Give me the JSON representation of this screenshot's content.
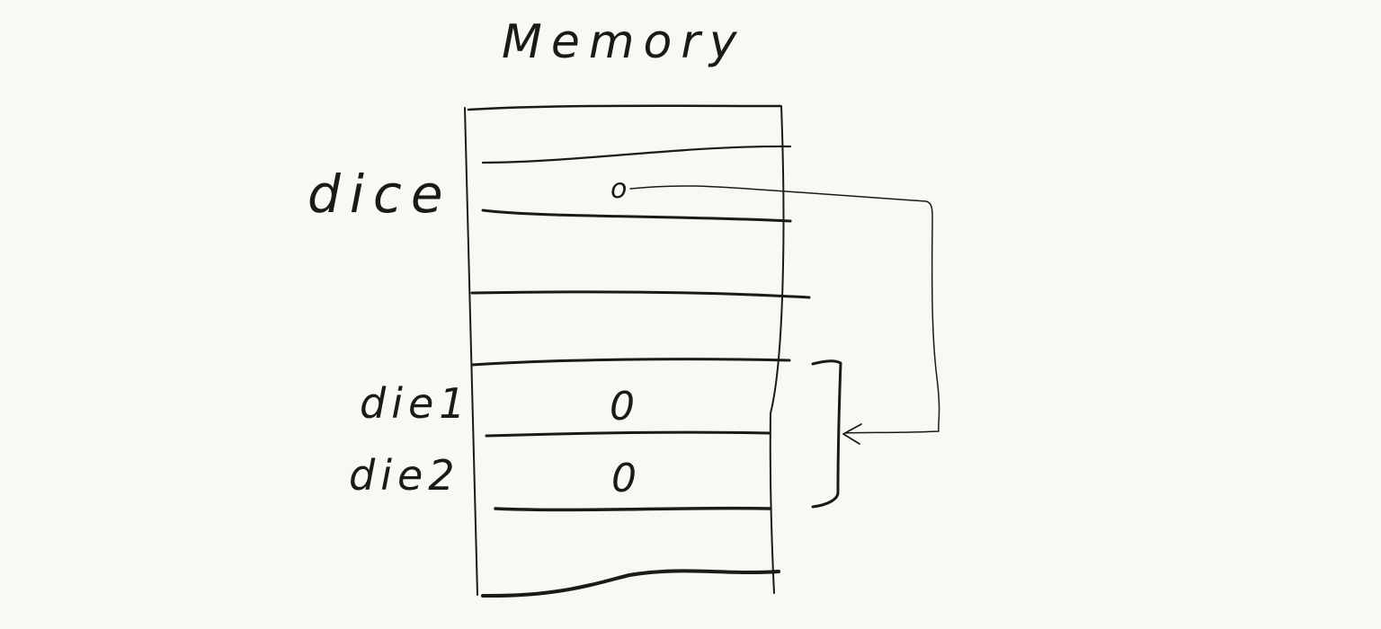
{
  "title": "Memory",
  "rows": [
    {
      "label": "dice",
      "value": "o"
    },
    {
      "label": "",
      "value": ""
    },
    {
      "label": "die1",
      "value": "0"
    },
    {
      "label": "die2",
      "value": "0"
    }
  ],
  "colors": {
    "background": "#f8f8f4",
    "ink": "#1c1a16"
  }
}
